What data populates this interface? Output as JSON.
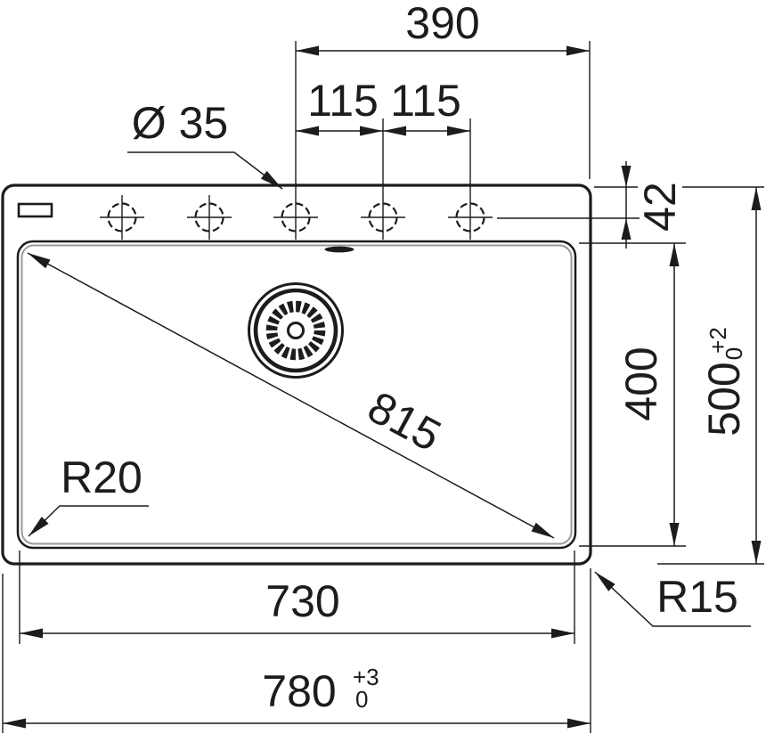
{
  "meta": {
    "type": "technical-dimension-drawing",
    "subject": "kitchen sink top view",
    "unit": "mm"
  },
  "colors": {
    "ink": "#1c1c1c",
    "inner_lip": "#9b9b9b",
    "background": "#ffffff"
  },
  "labels": {
    "top_width": "390",
    "hole_pitch_1": "115",
    "hole_pitch_2": "115",
    "hole_diameter": "Ø 35",
    "rim_to_holes": "42",
    "bowl_depth": "400",
    "overall_depth": "500",
    "overall_depth_tol_plus": "+2",
    "overall_depth_tol_minus": "0",
    "diagonal": "815",
    "bowl_corner_radius": "R20",
    "bowl_width": "730",
    "overall_width": "780",
    "overall_width_tol_plus": "+3",
    "overall_width_tol_minus": "0",
    "outer_corner_radius": "R15"
  }
}
